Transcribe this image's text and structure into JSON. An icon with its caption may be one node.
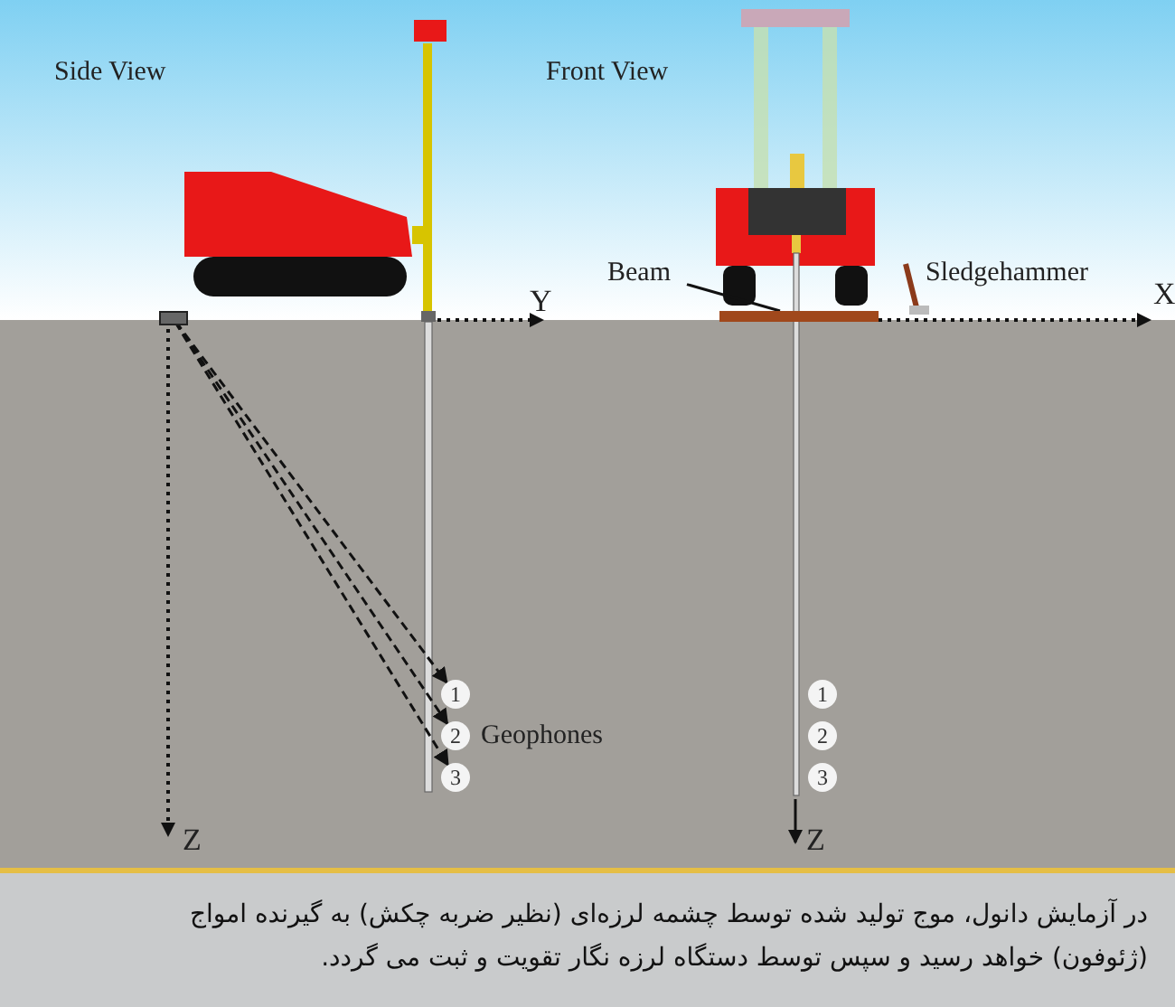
{
  "diagram": {
    "caption": "در آزمایش دانول، موج تولید شده توسط چشمه لرزه‌ای (نظیر ضربه چکش) به گیرنده امواج (ژئوفون) خواهد رسید و سپس توسط دستگاه لرزه نگار تقویت و ثبت می گردد.",
    "nodes": [
      {
        "text": [],
        "shape": "box"
      },
      {
        "text": [
          "1"
        ]
      },
      {
        "text": [
          "2"
        ]
      },
      {
        "text": [
          "3"
        ]
      },
      {
        "text": [
          "1"
        ]
      },
      {
        "text": [
          "2"
        ]
      },
      {
        "text": [
          "3"
        ]
      },
      {
        "text": [
          "Beam"
        ]
      },
      {
        "text": [],
        "shape": "bar"
      }
    ],
    "edges": [
      {
        "from": 0,
        "to": 1,
        "arrow": "to",
        "style": "dashed"
      },
      {
        "from": 0,
        "to": 2,
        "arrow": "to",
        "style": "dashed"
      },
      {
        "from": 0,
        "to": 3,
        "arrow": "to",
        "style": "dashed"
      },
      {
        "from": 7,
        "to": 8,
        "arrow": "none"
      }
    ],
    "labels": [
      "Side View",
      "Front View",
      "Y",
      "Sledgehammer",
      "X",
      "Geophones",
      "Z",
      "Z"
    ]
  }
}
